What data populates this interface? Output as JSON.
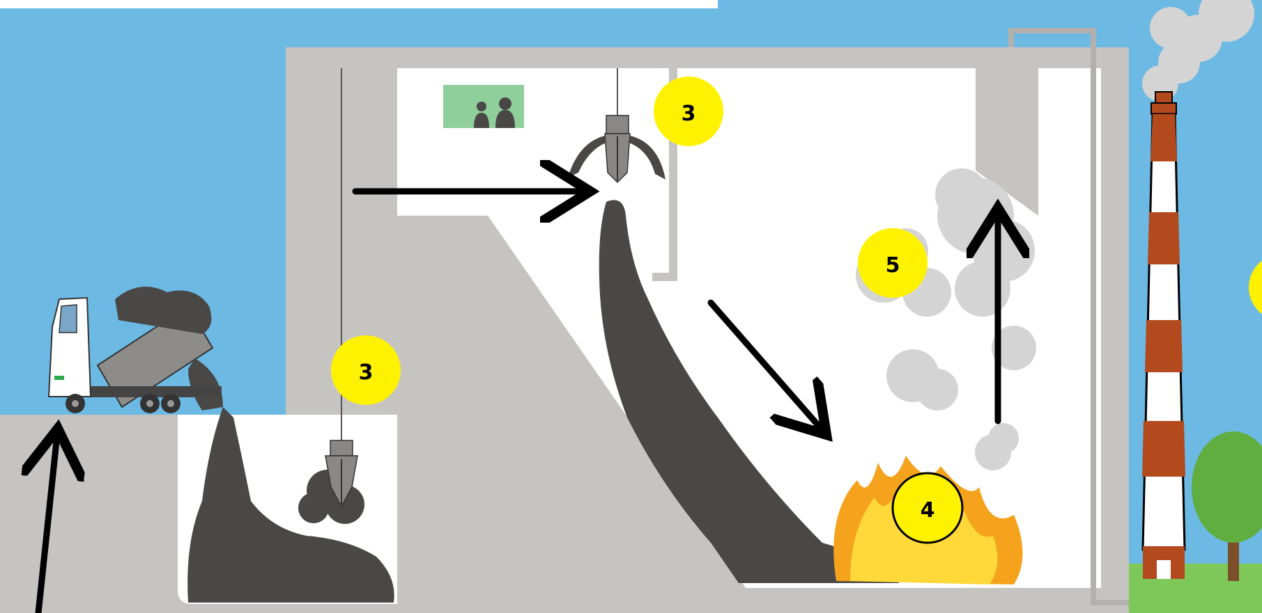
{
  "colors": {
    "sky": "#6cb9e4",
    "building": "#c6c4c1",
    "interior": "#ffffff",
    "waste": "#4a4846",
    "fire_outer": "#f5a21c",
    "fire_inner": "#ffd83a",
    "marker": "#fff200",
    "smoke": "#d4d4d4",
    "chimney_band": "#b24a1e",
    "grass": "#7ec85a",
    "tree": "#5fae3f",
    "arrow": "#000000"
  },
  "markers": [
    {
      "id": "crane-right",
      "label": "3",
      "outlined": false
    },
    {
      "id": "crane-left",
      "label": "3",
      "outlined": false
    },
    {
      "id": "furnace",
      "label": "4",
      "outlined": true
    },
    {
      "id": "smoke",
      "label": "5",
      "outlined": false
    },
    {
      "id": "edge",
      "label": "",
      "outlined": false
    }
  ],
  "icons": {
    "truck": "dump-truck-icon",
    "crane": "grab-crane-icon",
    "control_room": "operators-icon",
    "chimney": "chimney-icon",
    "tree": "tree-icon"
  }
}
